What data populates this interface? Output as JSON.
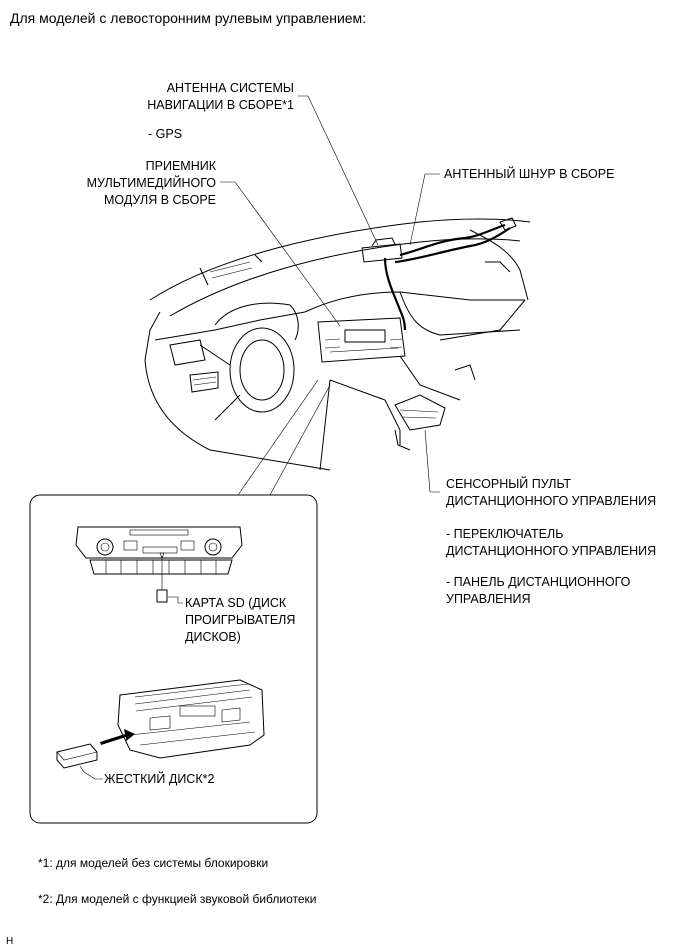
{
  "heading": "Для моделей с левосторонним рулевым управлением:",
  "labels": {
    "antenna_line1": "АНТЕННА СИСТЕМЫ",
    "antenna_line2": "НАВИГАЦИИ В СБОРЕ*1",
    "gps": "- GPS",
    "receiver_line1": "ПРИЕМНИК",
    "receiver_line2": "МУЛЬТИМЕДИЙНОГО",
    "receiver_line3": "МОДУЛЯ В СБОРЕ",
    "cord": "АНТЕННЫЙ ШНУР В СБОРЕ",
    "touch_line1": "СЕНСОРНЫЙ ПУЛЬТ",
    "touch_line2": "ДИСТАНЦИОННОГО УПРАВЛЕНИЯ",
    "switch_line1": "- ПЕРЕКЛЮЧАТЕЛЬ",
    "switch_line2": "ДИСТАНЦИОННОГО УПРАВЛЕНИЯ",
    "panel_line1": "- ПАНЕЛЬ ДИСТАНЦИОННОГО",
    "panel_line2": "УПРАВЛЕНИЯ",
    "sd_line1": "КАРТА SD (ДИСК",
    "sd_line2": "ПРОИГРЫВАТЕЛЯ",
    "sd_line3": "ДИСКОВ)",
    "hdd": "ЖЕСТКИЙ ДИСК*2"
  },
  "notes": {
    "note1": "*1: для моделей без системы блокировки",
    "note2": "*2: Для моделей с функцией звуковой библиотеки"
  },
  "code": "H"
}
